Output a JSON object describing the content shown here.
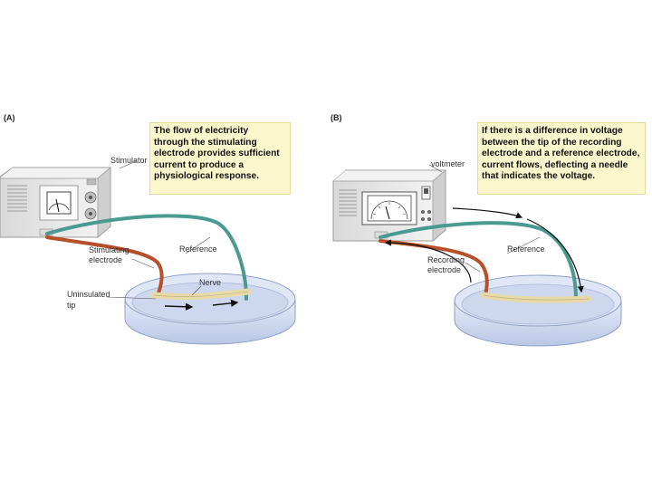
{
  "panel_a": {
    "label": "(A)",
    "callout_lines": [
      "The flow of electricity",
      "through the stimulating",
      "electrode provides sufficient",
      "current to produce a",
      "physiological response."
    ],
    "labels": {
      "stimulator": "Stimulator",
      "stimulating_electrode": [
        "Stimulating",
        "electrode"
      ],
      "reference": "Reference",
      "nerve": "Nerve",
      "uninsulated_tip": [
        "Uninsulated",
        "tip"
      ]
    }
  },
  "panel_b": {
    "label": "(B)",
    "callout_lines": [
      "If there is a difference in voltage",
      "between the tip of the recording",
      "electrode and a reference electrode,",
      "current flows, deflecting a needle",
      "that indicates the voltage."
    ],
    "labels": {
      "voltmeter": "voltmeter",
      "recording_electrode": [
        "Recording",
        "electrode"
      ],
      "reference": "Reference"
    }
  },
  "colors": {
    "callout_bg": "#fbf6cc",
    "stimulating_wire": "#b5502a",
    "reference_wire": "#4a9a92",
    "nerve": "#e8d9a8",
    "dish_water": "#cdd8ee",
    "device_body": "#e9e9e9"
  }
}
